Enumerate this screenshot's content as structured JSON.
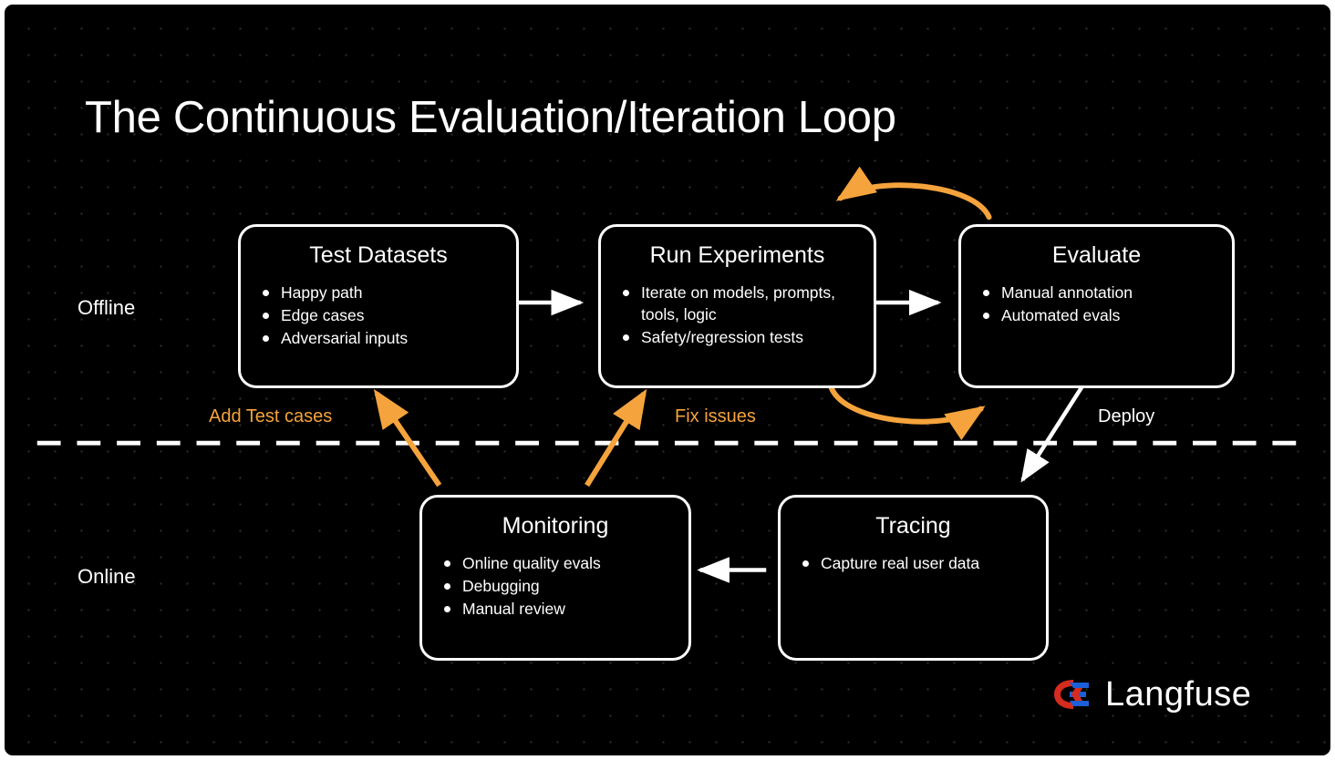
{
  "diagram": {
    "title": "The Continuous Evaluation/Iteration Loop",
    "colors": {
      "background": "#000000",
      "stroke": "#ffffff",
      "accent_orange": "#F5A33C",
      "logo_red": "#D62B1F",
      "logo_blue": "#1C5FD6"
    },
    "lanes": [
      {
        "name": "offline",
        "label": "Offline"
      },
      {
        "name": "online",
        "label": "Online"
      }
    ],
    "divider": {
      "name": "lane-divider",
      "style": "dashed",
      "color": "#ffffff"
    },
    "nodes": [
      {
        "id": "test-datasets",
        "title": "Test Datasets",
        "lane": "offline",
        "items": [
          "Happy path",
          "Edge cases",
          "Adversarial inputs"
        ]
      },
      {
        "id": "run-experiments",
        "title": "Run Experiments",
        "lane": "offline",
        "items": [
          "Iterate on models, prompts, tools, logic",
          "Safety/regression tests"
        ]
      },
      {
        "id": "evaluate",
        "title": "Evaluate",
        "lane": "offline",
        "items": [
          "Manual annotation",
          "Automated evals"
        ]
      },
      {
        "id": "monitoring",
        "title": "Monitoring",
        "lane": "online",
        "items": [
          "Online quality evals",
          "Debugging",
          "Manual review"
        ]
      },
      {
        "id": "tracing",
        "title": "Tracing",
        "lane": "online",
        "items": [
          "Capture real user data"
        ]
      }
    ],
    "edges": [
      {
        "id": "test-datasets-to-run-experiments",
        "from": "test-datasets",
        "to": "run-experiments",
        "label": "",
        "color": "#ffffff"
      },
      {
        "id": "run-experiments-to-evaluate",
        "from": "run-experiments",
        "to": "evaluate",
        "label": "",
        "color": "#ffffff"
      },
      {
        "id": "evaluate-to-run-experiments-top",
        "from": "evaluate",
        "to": "run-experiments",
        "label": "",
        "color": "#F5A33C"
      },
      {
        "id": "run-experiments-to-evaluate-bottom",
        "from": "run-experiments",
        "to": "evaluate",
        "label": "",
        "color": "#F5A33C"
      },
      {
        "id": "evaluate-to-tracing",
        "from": "evaluate",
        "to": "tracing",
        "label": "Deploy",
        "color": "#ffffff"
      },
      {
        "id": "tracing-to-monitoring",
        "from": "tracing",
        "to": "monitoring",
        "label": "",
        "color": "#ffffff"
      },
      {
        "id": "monitoring-to-test-datasets",
        "from": "monitoring",
        "to": "test-datasets",
        "label": "Add Test cases",
        "color": "#F5A33C"
      },
      {
        "id": "monitoring-to-run-experiments",
        "from": "monitoring",
        "to": "run-experiments",
        "label": "Fix issues",
        "color": "#F5A33C"
      }
    ],
    "edge_labels": {
      "add_test_cases": "Add Test cases",
      "fix_issues": "Fix issues",
      "deploy": "Deploy"
    }
  },
  "brand": {
    "name": "Langfuse",
    "logo_icon": "langfuse-logo-icon"
  }
}
